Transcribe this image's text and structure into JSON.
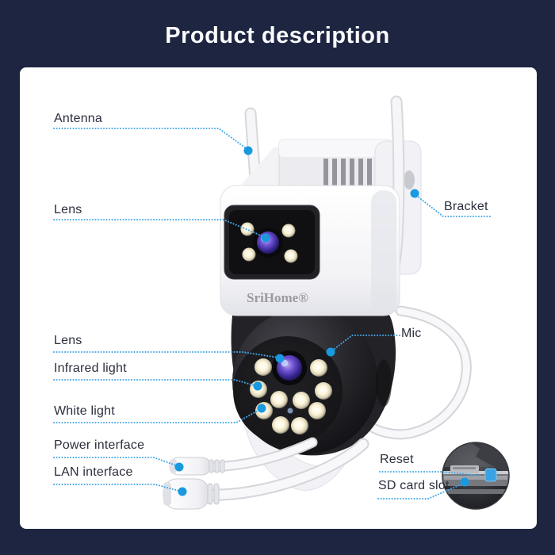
{
  "title": "Product description",
  "brand": "SriHome®",
  "labels": {
    "antenna": "Antenna",
    "lens_top": "Lens",
    "bracket": "Bracket",
    "lens_bottom": "Lens",
    "mic": "Mic",
    "infrared_light": "Infrared light",
    "white_light": "White light",
    "power_interface": "Power interface",
    "lan_interface": "LAN interface",
    "reset": "Reset",
    "sd_card_slot": "SD card slot"
  },
  "colors": {
    "background": "#1d2540",
    "panel": "#ffffff",
    "leader_line": "#41a7e8",
    "marker_dot": "#1899e0",
    "label_text": "#2b2f3e",
    "title_text": "#fafbfd"
  }
}
